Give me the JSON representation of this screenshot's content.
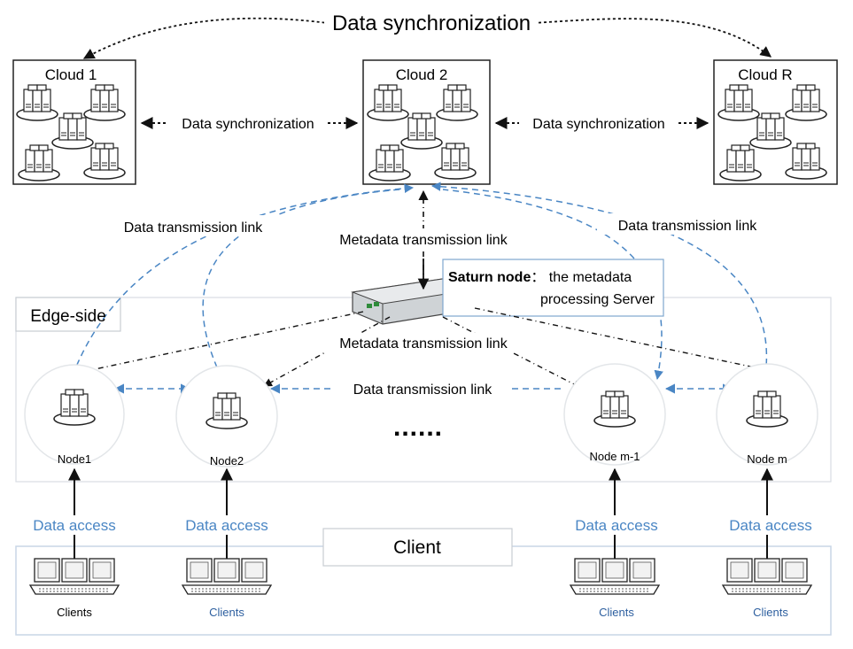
{
  "top_sync_label": "Data synchronization",
  "clouds": [
    {
      "label": "Cloud 1"
    },
    {
      "label": "Cloud 2"
    },
    {
      "label": "Cloud R"
    }
  ],
  "cloud_sync_left": "Data synchronization",
  "cloud_sync_right": "Data synchronization",
  "dtl_left": "Data transmission link",
  "dtl_right": "Data transmission link",
  "metadata_link_top": "Metadata transmission link",
  "saturn": {
    "bold": "Saturn node",
    "rest": "： the metadata",
    "line2": "processing Server"
  },
  "edge_label": "Edge-side",
  "metadata_link_mid": "Metadata transmission link",
  "dtl_center": "Data transmission link",
  "nodes": [
    {
      "label": "Node1"
    },
    {
      "label": "Node2"
    },
    {
      "label": "Node m-1"
    },
    {
      "label": "Node m"
    }
  ],
  "ellipsis": "......",
  "data_access": [
    "Data access",
    "Data access",
    "Data access",
    "Data access"
  ],
  "client_label": "Client",
  "clients": [
    "Clients",
    "Clients",
    "Clients",
    "Clients"
  ],
  "colors": {
    "blue_link": "#4a86c4",
    "black_link": "#111111",
    "panel_border": "#c9d6e6"
  }
}
